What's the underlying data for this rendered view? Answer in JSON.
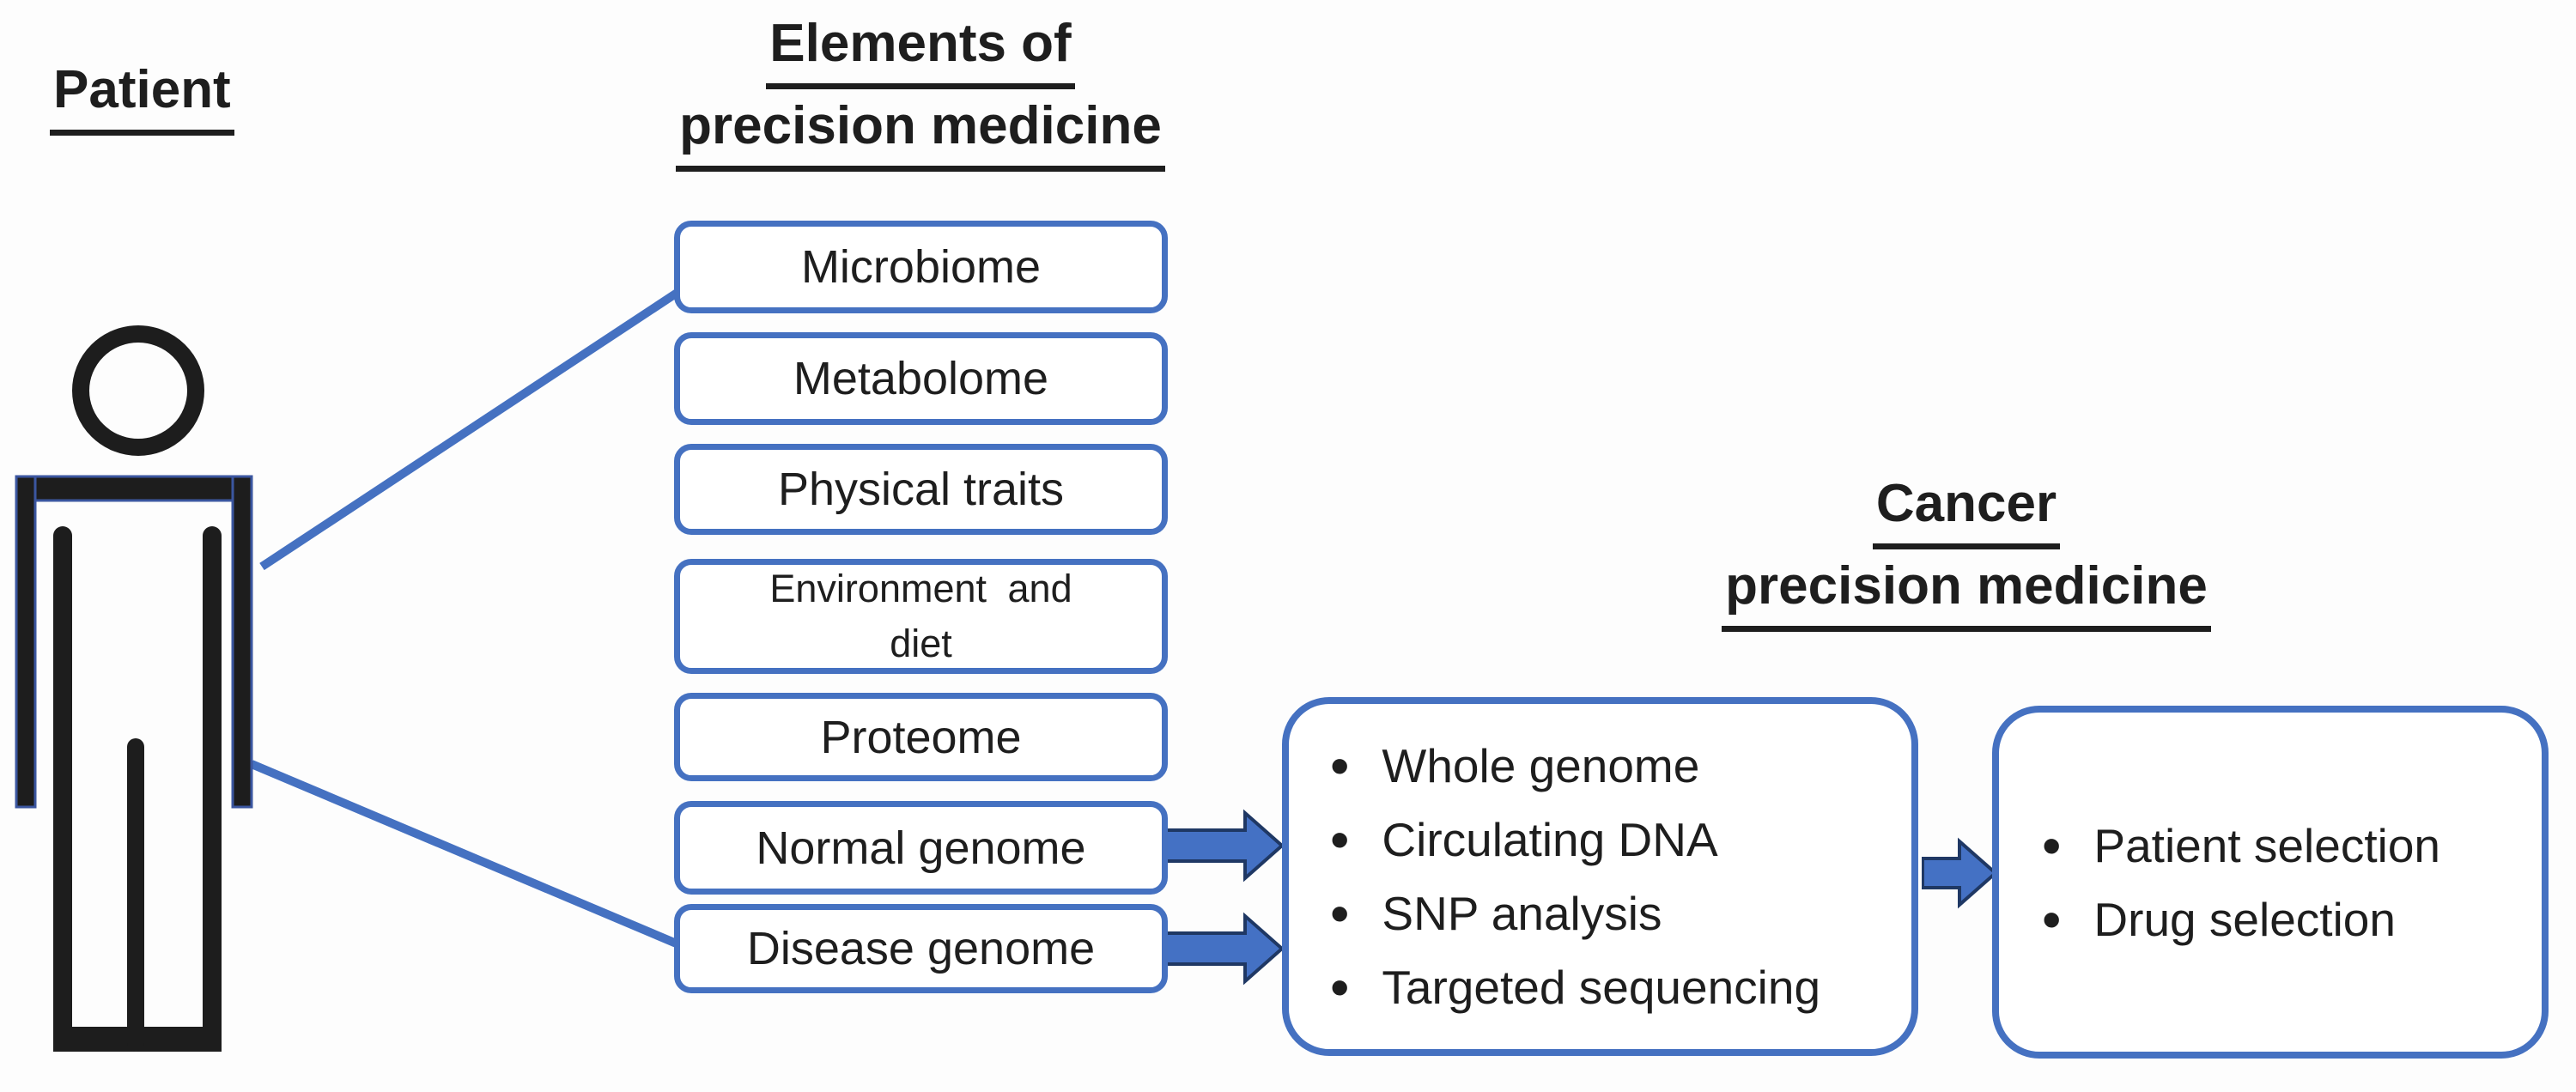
{
  "headings": {
    "patient": "Patient",
    "elements_line1": "Elements of",
    "elements_line2": "precision medicine",
    "cancer_line1": "Cancer",
    "cancer_line2": "precision medicine"
  },
  "element_boxes": [
    {
      "lines": [
        "Microbiome"
      ]
    },
    {
      "lines": [
        "Metabolome"
      ]
    },
    {
      "lines": [
        "Physical traits"
      ]
    },
    {
      "lines": [
        "Environment and",
        "diet"
      ]
    },
    {
      "lines": [
        "Proteome"
      ]
    },
    {
      "lines": [
        "Normal genome"
      ]
    },
    {
      "lines": [
        "Disease genome"
      ]
    }
  ],
  "sequencing_box": {
    "bullet_glyph": "•",
    "items": [
      "Whole genome",
      "Circulating DNA",
      "SNP analysis",
      "Targeted sequencing"
    ]
  },
  "outcome_box": {
    "bullet_glyph": "•",
    "items": [
      "Patient selection",
      "Drug selection"
    ]
  },
  "icons": {
    "person": "person-icon",
    "block_arrows": [
      "block-arrow-right-icon",
      "block-arrow-right-icon",
      "block-arrow-right-icon"
    ]
  },
  "colors": {
    "box_border": "#4571C1",
    "arrow_fill": "#4471C4",
    "arrow_outline": "#1F3864",
    "connector_line": "#4571C1",
    "text": "#1E1E1E",
    "figure": "#1D1D1D",
    "background": "#FDFDFD"
  }
}
